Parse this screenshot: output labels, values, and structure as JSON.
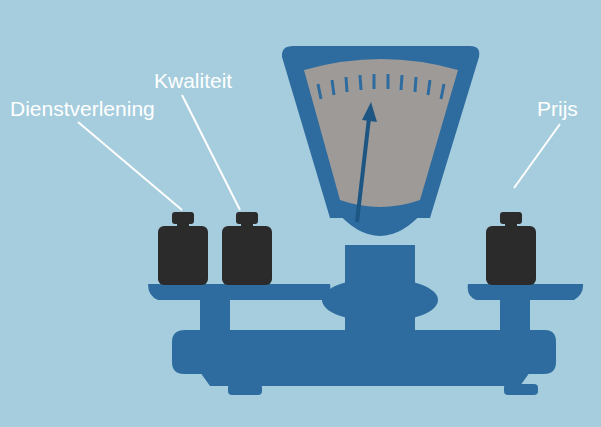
{
  "diagram": {
    "labels": [
      "Dienstverlening",
      "Kwaliteit",
      "Prijs"
    ]
  }
}
